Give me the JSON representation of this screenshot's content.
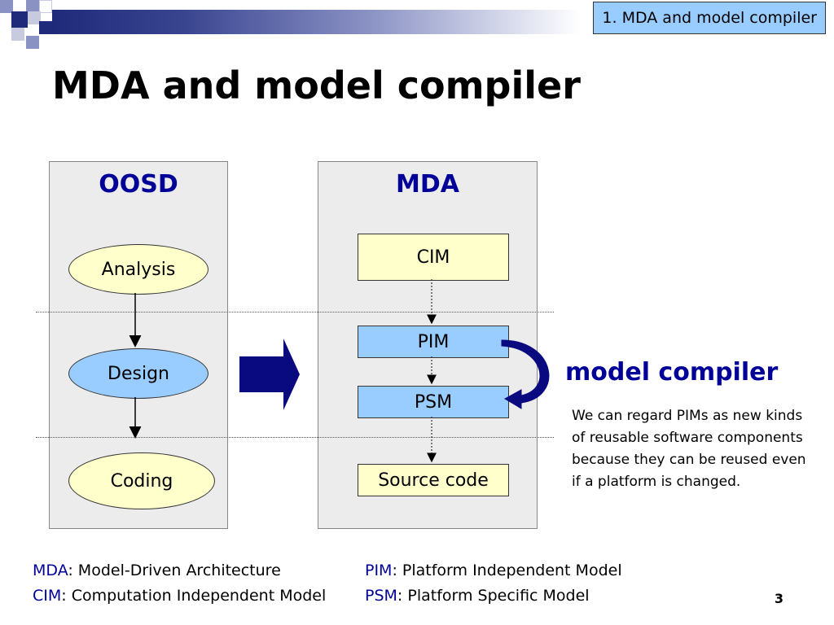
{
  "header": {
    "chapter_label": "1. MDA and model compiler",
    "title": "MDA and model compiler"
  },
  "diagram": {
    "oosd": {
      "title": "OOSD",
      "steps": [
        "Analysis",
        "Design",
        "Coding"
      ]
    },
    "mda": {
      "title": "MDA",
      "steps": [
        "CIM",
        "PIM",
        "PSM",
        "Source code"
      ]
    },
    "model_compiler_label": "model compiler",
    "description": "We can regard PIMs as new kinds of reusable software components because they can be reused even if a platform is changed."
  },
  "legend": [
    {
      "key": "MDA",
      "text": ": Model-Driven Architecture"
    },
    {
      "key": "PIM",
      "text": ": Platform Independent Model"
    },
    {
      "key": "CIM",
      "text": ": Computation Independent Model"
    },
    {
      "key": "PSM",
      "text": ": Platform Specific Model"
    }
  ],
  "page_number": "3",
  "colors": {
    "accent_blue": "#000099",
    "box_blue": "#99ccff",
    "box_yellow": "#ffffcc",
    "arrow_navy": "#0a0a80"
  }
}
